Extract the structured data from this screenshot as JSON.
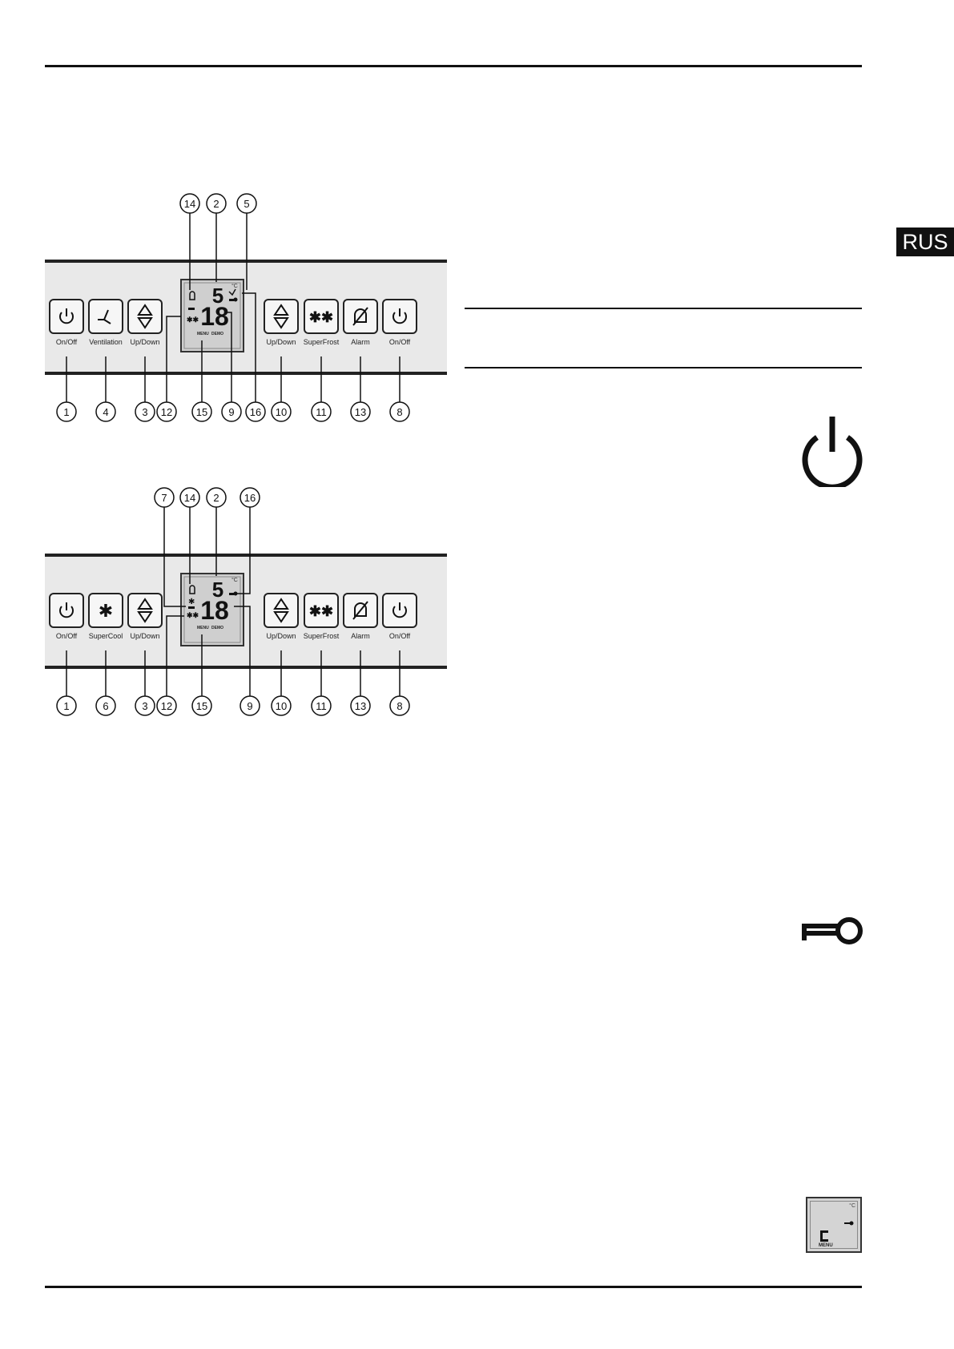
{
  "badge": {
    "language": "RUS"
  },
  "panel_top": {
    "buttons": [
      {
        "icon": "power-icon",
        "label": "On/Off"
      },
      {
        "icon": "ventilation-icon",
        "label": "Ventilation"
      },
      {
        "icon": "up-down-icon",
        "label": "Up/Down"
      },
      {
        "icon": "up-down-icon",
        "label": "Up/Down"
      },
      {
        "icon": "superfrost-icon",
        "label": "SuperFrost"
      },
      {
        "icon": "alarm-off-icon",
        "label": "Alarm"
      },
      {
        "icon": "power-icon",
        "label": "On/Off"
      }
    ],
    "display": {
      "upper_digit": "5",
      "lower_digits": "18",
      "unit": "°C",
      "menu": "MENU",
      "demo": "DEMO"
    },
    "callouts_top": [
      "14",
      "2",
      "5"
    ],
    "callouts_bottom": [
      "1",
      "4",
      "3",
      "12",
      "15",
      "9",
      "16",
      "10",
      "11",
      "13",
      "8"
    ]
  },
  "panel_bottom": {
    "buttons": [
      {
        "icon": "power-icon",
        "label": "On/Off"
      },
      {
        "icon": "supercool-icon",
        "label": "SuperCool"
      },
      {
        "icon": "up-down-icon",
        "label": "Up/Down"
      },
      {
        "icon": "up-down-icon",
        "label": "Up/Down"
      },
      {
        "icon": "superfrost-icon",
        "label": "SuperFrost"
      },
      {
        "icon": "alarm-off-icon",
        "label": "Alarm"
      },
      {
        "icon": "power-icon",
        "label": "On/Off"
      }
    ],
    "display": {
      "upper_digit": "5",
      "lower_digits": "18",
      "unit": "°C",
      "menu": "MENU",
      "demo": "DEMO"
    },
    "callouts_top": [
      "7",
      "14",
      "2",
      "16"
    ],
    "callouts_bottom": [
      "1",
      "6",
      "3",
      "12",
      "15",
      "9",
      "10",
      "11",
      "13",
      "8"
    ]
  },
  "side_icons": {
    "power": "power-icon",
    "key": "key-icon"
  },
  "mini_display": {
    "unit": "°C",
    "menu": "MENU",
    "icon": "key-icon"
  }
}
